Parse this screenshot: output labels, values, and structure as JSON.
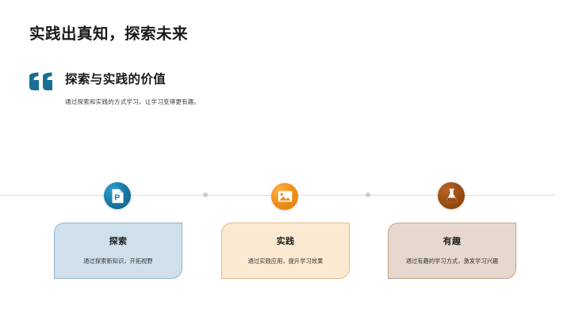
{
  "slide": {
    "title": "实践出真知，探索未来",
    "quote": {
      "icon": "quote-mark-icon",
      "heading": "探索与实践的价值",
      "subtitle": "通过探索和实践的方式学习，让学习变得更有趣。"
    },
    "timeline": {
      "axis_dots": 2,
      "steps": [
        {
          "icon": "document-p-icon",
          "color": "#1a7ca8",
          "title": "探索",
          "description": "通过探索新知识，开拓视野",
          "card_fill": "#cfe0ec",
          "card_border": "#8db4cd"
        },
        {
          "icon": "image-picture-icon",
          "color": "#f0921d",
          "title": "实践",
          "description": "通过实践应用，提升学习效果",
          "card_fill": "#fbe9d2",
          "card_border": "#e7bb84"
        },
        {
          "icon": "flask-beaker-icon",
          "color": "#9e4f14",
          "title": "有趣",
          "description": "通过有趣的学习方式，激发学习兴趣",
          "card_fill": "#e6d8ce",
          "card_border": "#c2a188"
        }
      ]
    }
  }
}
